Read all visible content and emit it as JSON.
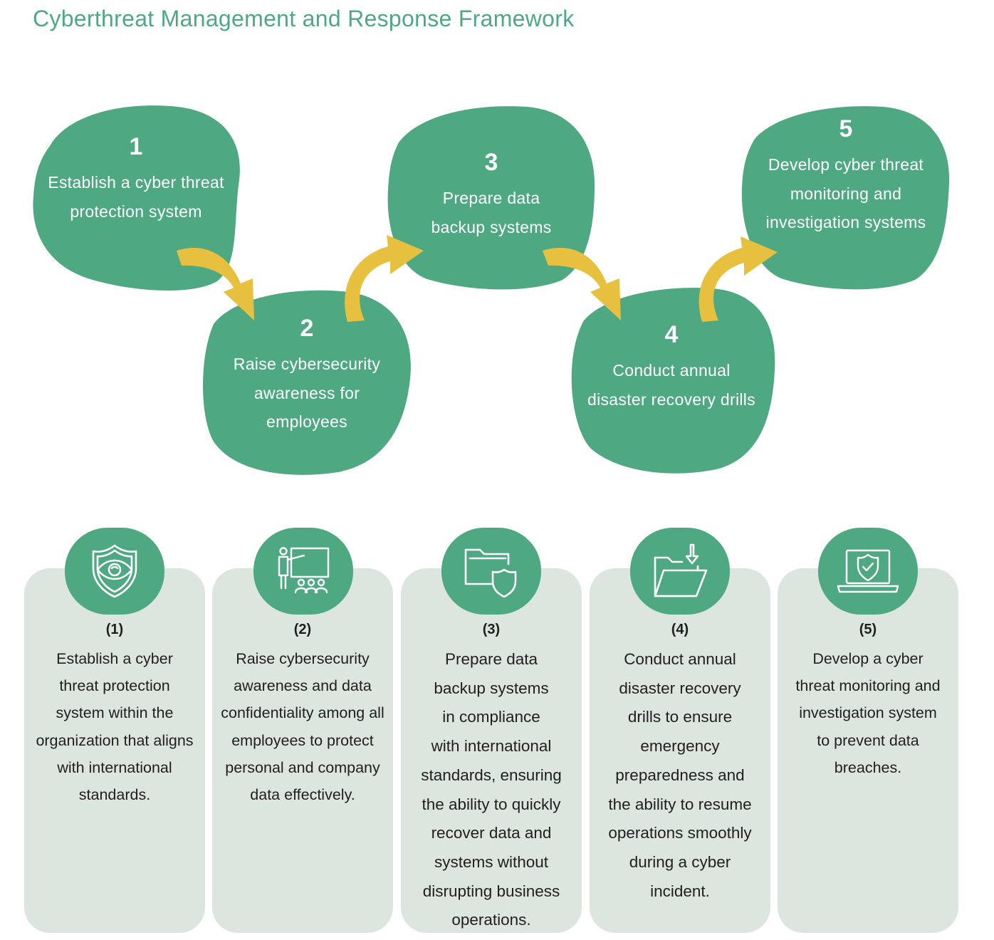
{
  "title": "Cyberthreat Management and Response Framework",
  "colors": {
    "green": "#4ea882",
    "arrow": "#e8c040",
    "card_bg": "#dce6df",
    "title": "#4ea882"
  },
  "steps": [
    {
      "number": "1",
      "label_lines": [
        "Establish a cyber threat",
        "protection system"
      ]
    },
    {
      "number": "2",
      "label_lines": [
        "Raise cybersecurity",
        "awareness for",
        "employees"
      ]
    },
    {
      "number": "3",
      "label_lines": [
        "Prepare data",
        "backup systems"
      ]
    },
    {
      "number": "4",
      "label_lines": [
        "Conduct annual",
        "disaster recovery drills"
      ]
    },
    {
      "number": "5",
      "label_lines": [
        "Develop cyber threat",
        "monitoring and",
        "investigation systems"
      ]
    }
  ],
  "cards": [
    {
      "number": "(1)",
      "icon": "eye-shield-icon",
      "lines": [
        "Establish a cyber",
        "threat protection",
        "system within the",
        "organization that aligns",
        "with international",
        "standards."
      ]
    },
    {
      "number": "(2)",
      "icon": "presentation-training-icon",
      "lines": [
        "Raise cybersecurity",
        "awareness and data",
        "confidentiality among all",
        "employees to protect",
        "personal and company",
        "data effectively."
      ]
    },
    {
      "number": "(3)",
      "icon": "folder-shield-icon",
      "lines": [
        "Prepare data",
        "backup systems",
        "in compliance",
        "with international",
        "standards, ensuring",
        "the ability to quickly",
        "recover data and",
        "systems without",
        "disrupting business",
        "operations."
      ]
    },
    {
      "number": "(4)",
      "icon": "folder-download-icon",
      "lines": [
        "Conduct annual",
        "disaster recovery",
        "drills to ensure",
        "emergency",
        "preparedness and",
        "the ability to resume",
        "operations smoothly",
        "during a cyber",
        "incident."
      ]
    },
    {
      "number": "(5)",
      "icon": "laptop-shield-icon",
      "lines": [
        "Develop a cyber",
        "threat monitoring and",
        "investigation system",
        "to prevent data",
        "breaches."
      ]
    }
  ]
}
